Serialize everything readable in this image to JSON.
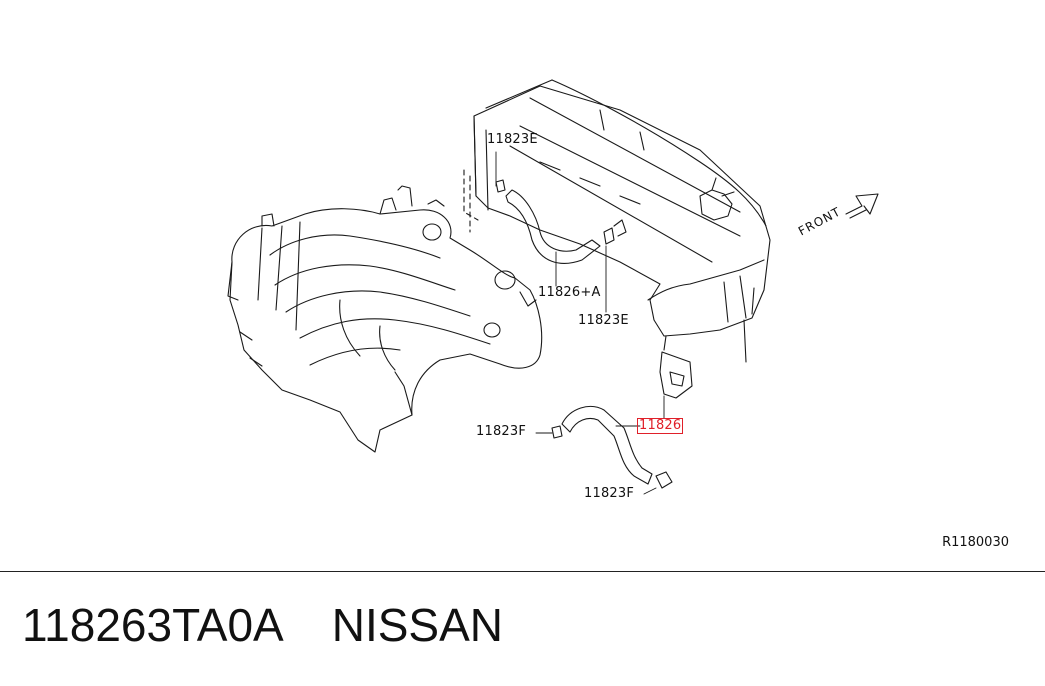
{
  "diagram": {
    "callouts": {
      "c1": "11823E",
      "c2": "11826+A",
      "c3": "11823E",
      "c4": "11826",
      "c5": "11823F",
      "c6": "11823F"
    },
    "front_label": "FRONT",
    "reference": "R1180030",
    "highlight_color": "#e0202a",
    "line_color": "#1a1a1a"
  },
  "caption": {
    "part_number": "118263TA0A",
    "brand": "NISSAN"
  }
}
